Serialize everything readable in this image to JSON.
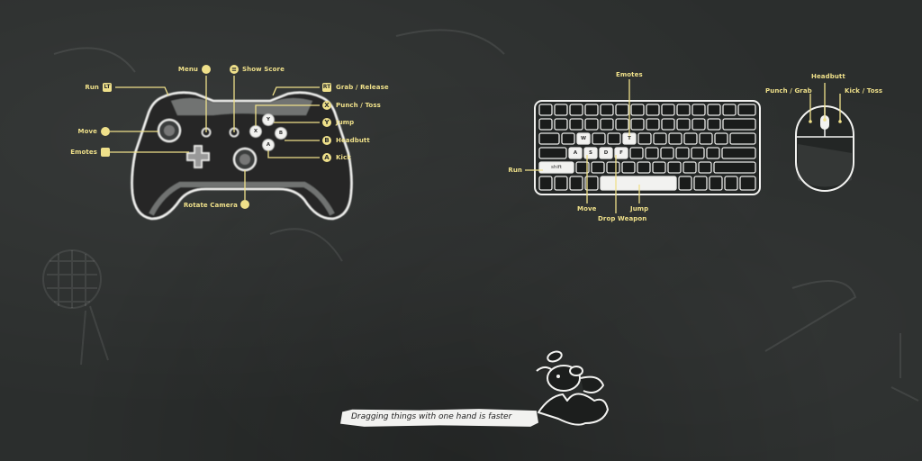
{
  "theme": {
    "accent": "#efe08a",
    "chalk": "#f2f2f0",
    "board": "#2b2e2d"
  },
  "controller": {
    "labels": {
      "run": "Run",
      "menu": "Menu",
      "show_score": "Show Score",
      "grab_release": "Grab / Release",
      "punch_toss": "Punch / Toss",
      "jump": "Jump",
      "headbutt": "Headbutt",
      "kick": "Kick",
      "move": "Move",
      "emotes": "Emotes",
      "rotate_camera": "Rotate Camera"
    },
    "badges": {
      "lt": "LT",
      "rt": "RT",
      "x": "X",
      "y": "Y",
      "b": "B",
      "a": "A"
    },
    "face_buttons": {
      "x": "X",
      "y": "Y",
      "b": "B",
      "a": "A"
    }
  },
  "keyboard": {
    "labels": {
      "emotes": "Emotes",
      "run": "Run",
      "move": "Move",
      "drop_weapon": "Drop Weapon",
      "jump": "Jump"
    },
    "keys": {
      "w": "W",
      "t": "T",
      "a": "A",
      "s": "S",
      "d": "D",
      "f": "F",
      "shift": "shift"
    }
  },
  "mouse": {
    "labels": {
      "punch_grab": "Punch / Grab",
      "headbutt": "Headbutt",
      "kick_toss": "Kick / Toss"
    }
  },
  "tip": {
    "text": "Dragging things with one hand is faster"
  }
}
